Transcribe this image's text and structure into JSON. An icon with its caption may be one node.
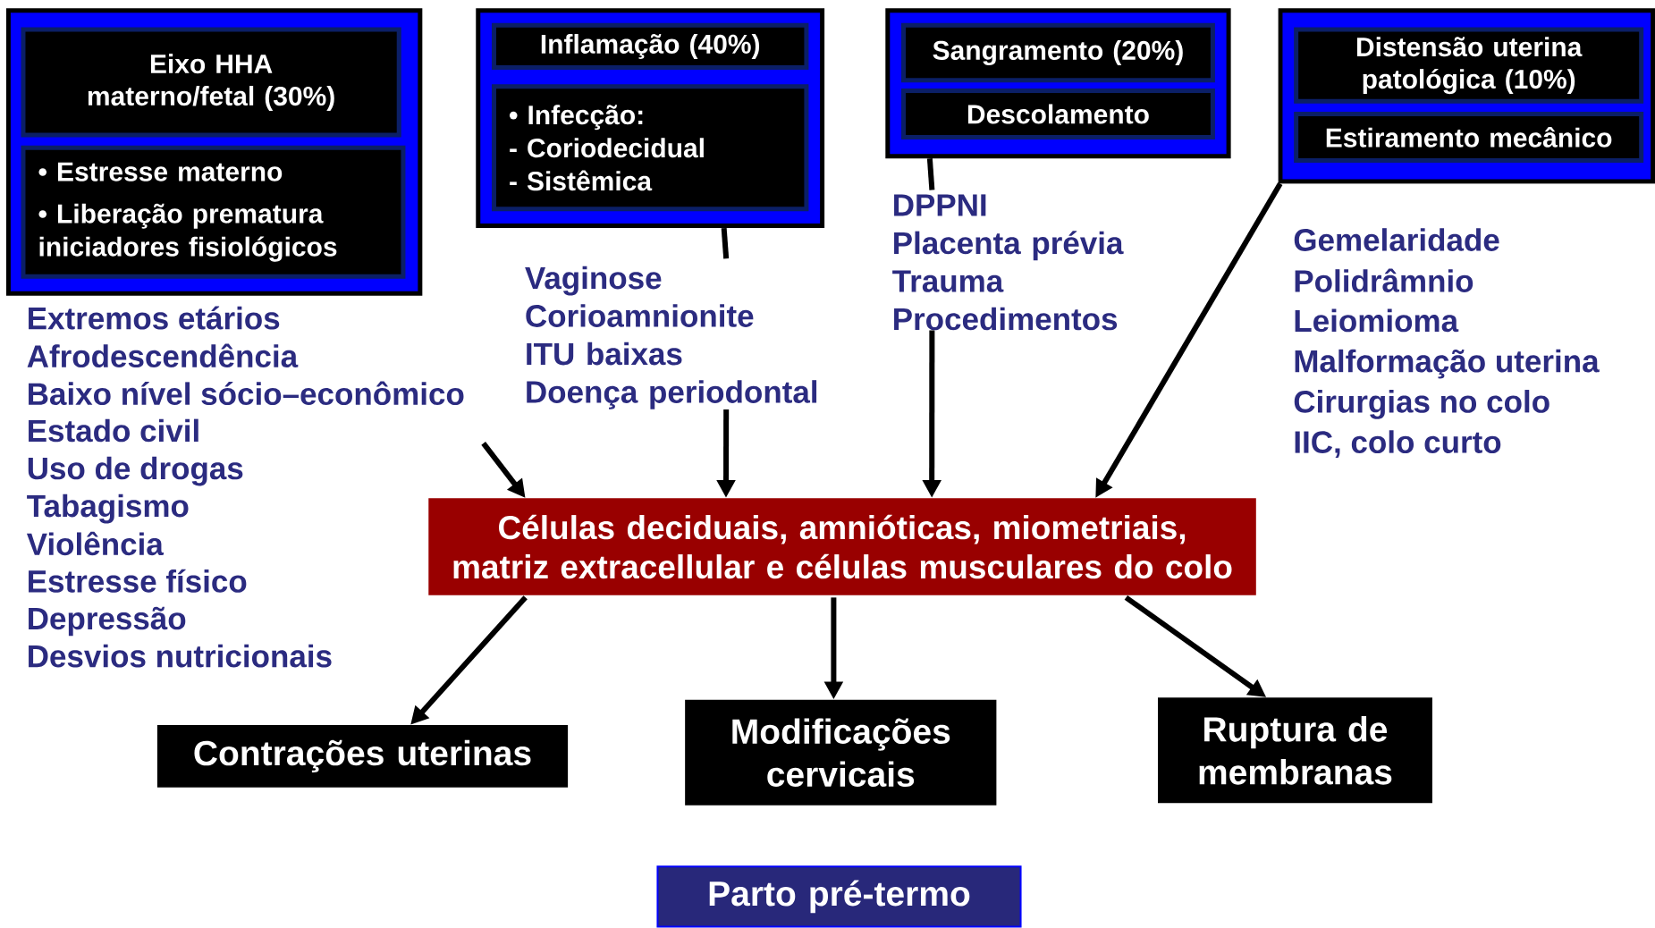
{
  "diagram": {
    "nodes": [
      {
        "text": [],
        "shape": "box"
      },
      {
        "text": [
          "Eixo HHA materno/fetal (30%)"
        ],
        "in": 0
      },
      {
        "text": [
          "• Estresse materno",
          "• Liberação prematura iniciadores fisiológicos"
        ],
        "in": 0
      },
      {
        "text": [],
        "shape": "box"
      },
      {
        "text": [
          "Inflamação (40%)"
        ],
        "in": 3
      },
      {
        "text": [
          "• Infecção:",
          "- Coriodecidual",
          "- Sistêmica"
        ],
        "in": 3
      },
      {
        "text": [],
        "shape": "box"
      },
      {
        "text": [
          "Sangramento (20%)"
        ],
        "in": 6
      },
      {
        "text": [
          "Descolamento"
        ],
        "in": 6
      },
      {
        "text": [],
        "shape": "box"
      },
      {
        "text": [
          "Distensão uterina patológica (10%)"
        ],
        "in": 9
      },
      {
        "text": [
          "Estiramento mecânico"
        ],
        "in": 9
      },
      {
        "text": [
          "Vaginose",
          "Corioamnionite",
          "ITU baixas",
          "Doença periodontal"
        ]
      },
      {
        "text": [
          "DPPNI",
          "Placenta prévia",
          "Trauma",
          "Procedimentos"
        ]
      },
      {
        "text": [
          "Células deciduais, amnióticas, miometriais, matriz extracellular e células musculares do colo"
        ]
      },
      {
        "text": [
          "Contrações uterinas"
        ]
      },
      {
        "text": [
          "Modificações cervicais"
        ]
      },
      {
        "text": [
          "Ruptura de membranas"
        ]
      },
      {
        "text": [
          "Parto pré-termo"
        ]
      }
    ],
    "edges": [
      {
        "from": 3,
        "to": 12,
        "arrow": "none"
      },
      {
        "from": 12,
        "to": 14,
        "arrow": "to"
      },
      {
        "from": 6,
        "to": 13,
        "arrow": "none"
      },
      {
        "from": 13,
        "to": 14,
        "arrow": "to"
      },
      {
        "from": 9,
        "to": 14,
        "arrow": "to"
      },
      {
        "from": null,
        "to": 14,
        "arrow": "to"
      },
      {
        "from": 14,
        "to": 15,
        "arrow": "to"
      },
      {
        "from": 14,
        "to": 16,
        "arrow": "to"
      },
      {
        "from": 14,
        "to": 17,
        "arrow": "to"
      }
    ],
    "labels": [
      "Extremos etários",
      "Afrodescendência",
      "Baixo nível sócio–econômico",
      "Estado civil",
      "Uso de drogas",
      "Tabagismo",
      "Violência",
      "Estresse físico",
      "Depressão",
      "Desvios nutricionais",
      "Gemelaridade",
      "Polidrâmnio",
      "Leiomioma",
      "Malformação uterina",
      "Cirurgias no colo",
      "IIC, colo curto"
    ]
  }
}
